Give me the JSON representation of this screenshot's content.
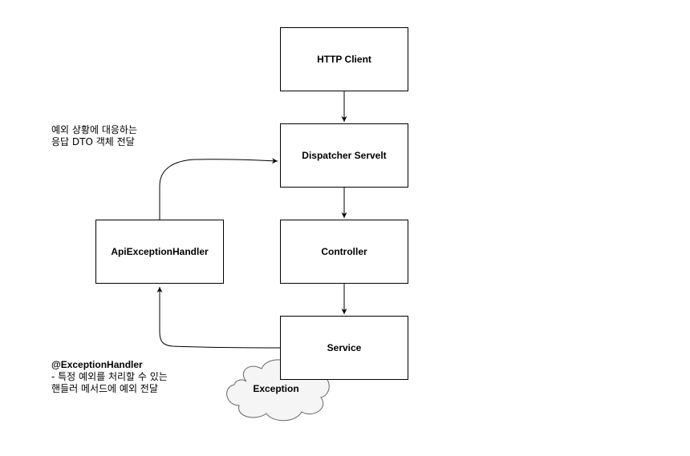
{
  "nodes": {
    "http_client": "HTTP Client",
    "dispatcher_servlet": "Dispatcher Servelt",
    "controller": "Controller",
    "service": "Service",
    "api_exception_handler": "ApiExceptionHandler",
    "exception": "Exception"
  },
  "notes": {
    "response_line1": "예외 상황에 대응하는",
    "response_line2": "응답 DTO 객체 전달",
    "handler_title": "@ExceptionHandler",
    "handler_line1": "- 특정 예외를 처리할 수 있는",
    "handler_line2": "핸들러 메서드에 예외 전달"
  },
  "colors": {
    "stroke": "#000000",
    "box_fill": "#ffffff",
    "cloud_fill": "#f5f5f5",
    "cloud_stroke": "#666666"
  }
}
